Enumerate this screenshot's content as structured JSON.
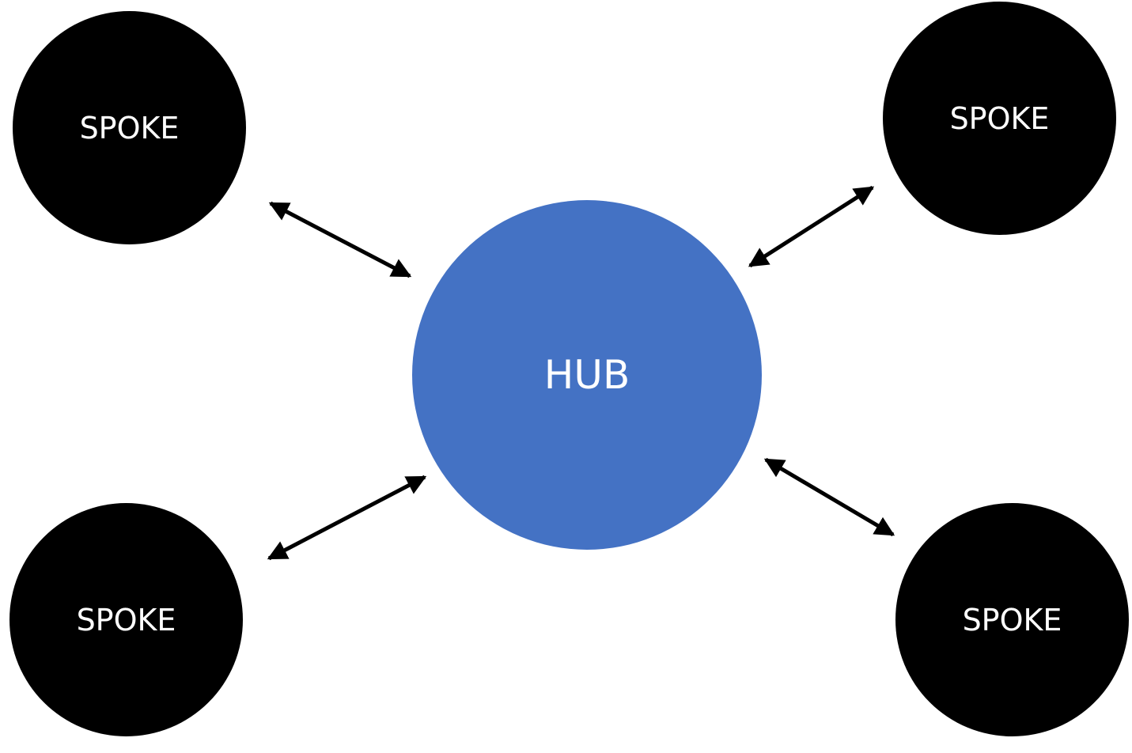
{
  "diagram": {
    "hub": {
      "label": "HUB",
      "color": "#4472C4"
    },
    "spokes": [
      {
        "id": "top-left",
        "label": "SPOKE"
      },
      {
        "id": "top-right",
        "label": "SPOKE"
      },
      {
        "id": "bottom-left",
        "label": "SPOKE"
      },
      {
        "id": "bottom-right",
        "label": "SPOKE"
      }
    ],
    "spoke_color": "#000000",
    "arrow_color": "#000000",
    "arrows": "bidirectional"
  }
}
